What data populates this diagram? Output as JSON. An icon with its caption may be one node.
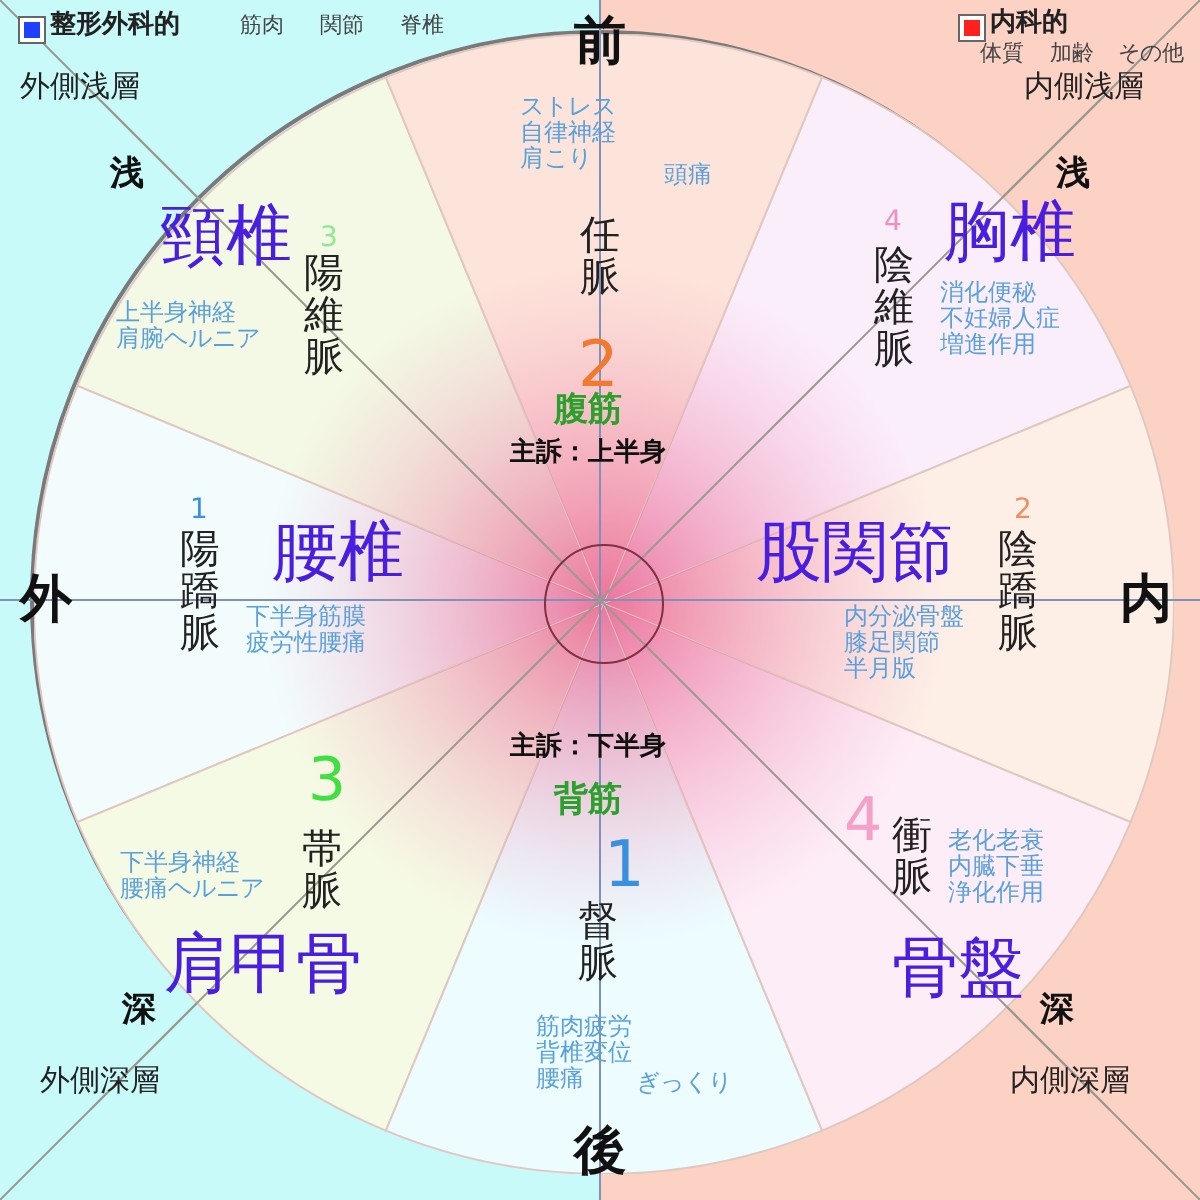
{
  "diagram": {
    "nodes": [
      {
        "text": [],
        "shape": "circle"
      },
      {
        "text": [
          "頸椎",
          "3",
          "陽維脈",
          "上半身神経肩腕ヘルニア"
        ],
        "in": 0
      },
      {
        "text": [
          "ストレス自律神経肩こり",
          "頭痛",
          "任脈",
          "2"
        ],
        "in": 0
      },
      {
        "text": [
          "胸椎",
          "4",
          "陰維脈",
          "消化便秘不妊婦人症増進作用"
        ],
        "in": 0
      },
      {
        "text": [
          "腰椎",
          "1",
          "陽蹻脈",
          "下半身筋膜疲労性腰痛"
        ],
        "in": 0
      },
      {
        "text": [
          "股関節",
          "2",
          "陰蹻脈",
          "内分泌骨盤膝足関節半月版"
        ],
        "in": 0
      },
      {
        "text": [
          "3",
          "帯脈",
          "下半身神経腰痛ヘルニア",
          "肩甲骨"
        ],
        "in": 0
      },
      {
        "text": [
          "1",
          "督脈",
          "筋肉疲労背椎変位腰痛",
          "ぎっくり"
        ],
        "in": 0
      },
      {
        "text": [
          "4",
          "衝脈",
          "老化老衰内臓下垂浄化作用",
          "骨盤"
        ],
        "in": 0
      },
      {
        "text": [],
        "shape": "circle",
        "in": 0
      }
    ],
    "labels": [
      "筋肉",
      "関節",
      "脊椎",
      "体質",
      "加齢",
      "その他",
      "外側浅層",
      "前",
      "内側浅層",
      "浅",
      "浅",
      "腹筋",
      "主訴：上半身",
      "外",
      "内",
      "主訴：下半身",
      "背筋",
      "深",
      "深",
      "外側深層",
      "後",
      "内側深層"
    ],
    "legend": [
      {
        "text": "整形外科的",
        "color": "#2040ff"
      },
      {
        "text": "内科的",
        "color": "#ff2020"
      }
    ]
  }
}
